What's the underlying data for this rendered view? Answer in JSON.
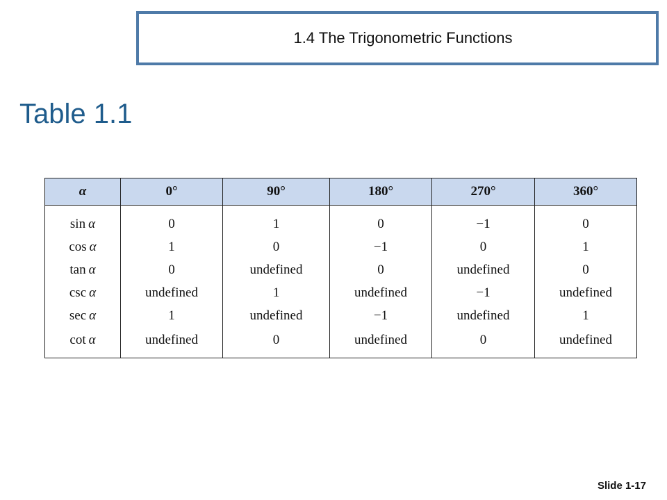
{
  "header": {
    "title": "1.4  The Trigonometric Functions"
  },
  "slide": {
    "heading": "Table 1.1",
    "footer": "Slide 1-17"
  },
  "table": {
    "columns": [
      "α",
      "0°",
      "90°",
      "180°",
      "270°",
      "360°"
    ],
    "rows": [
      {
        "fn": "sin",
        "var": "α",
        "values": [
          "0",
          "1",
          "0",
          "−1",
          "0"
        ]
      },
      {
        "fn": "cos",
        "var": "α",
        "values": [
          "1",
          "0",
          "−1",
          "0",
          "1"
        ]
      },
      {
        "fn": "tan",
        "var": "α",
        "values": [
          "0",
          "undefined",
          "0",
          "undefined",
          "0"
        ]
      },
      {
        "fn": "csc",
        "var": "α",
        "values": [
          "undefined",
          "1",
          "undefined",
          "−1",
          "undefined"
        ]
      },
      {
        "fn": "sec",
        "var": "α",
        "values": [
          "1",
          "undefined",
          "−1",
          "undefined",
          "1"
        ]
      },
      {
        "fn": "cot",
        "var": "α",
        "values": [
          "undefined",
          "0",
          "undefined",
          "0",
          "undefined"
        ]
      }
    ]
  },
  "colors": {
    "header_border": "#4e7aa8",
    "heading_text": "#1f5c8c",
    "table_header_bg": "#c9d8ee"
  }
}
